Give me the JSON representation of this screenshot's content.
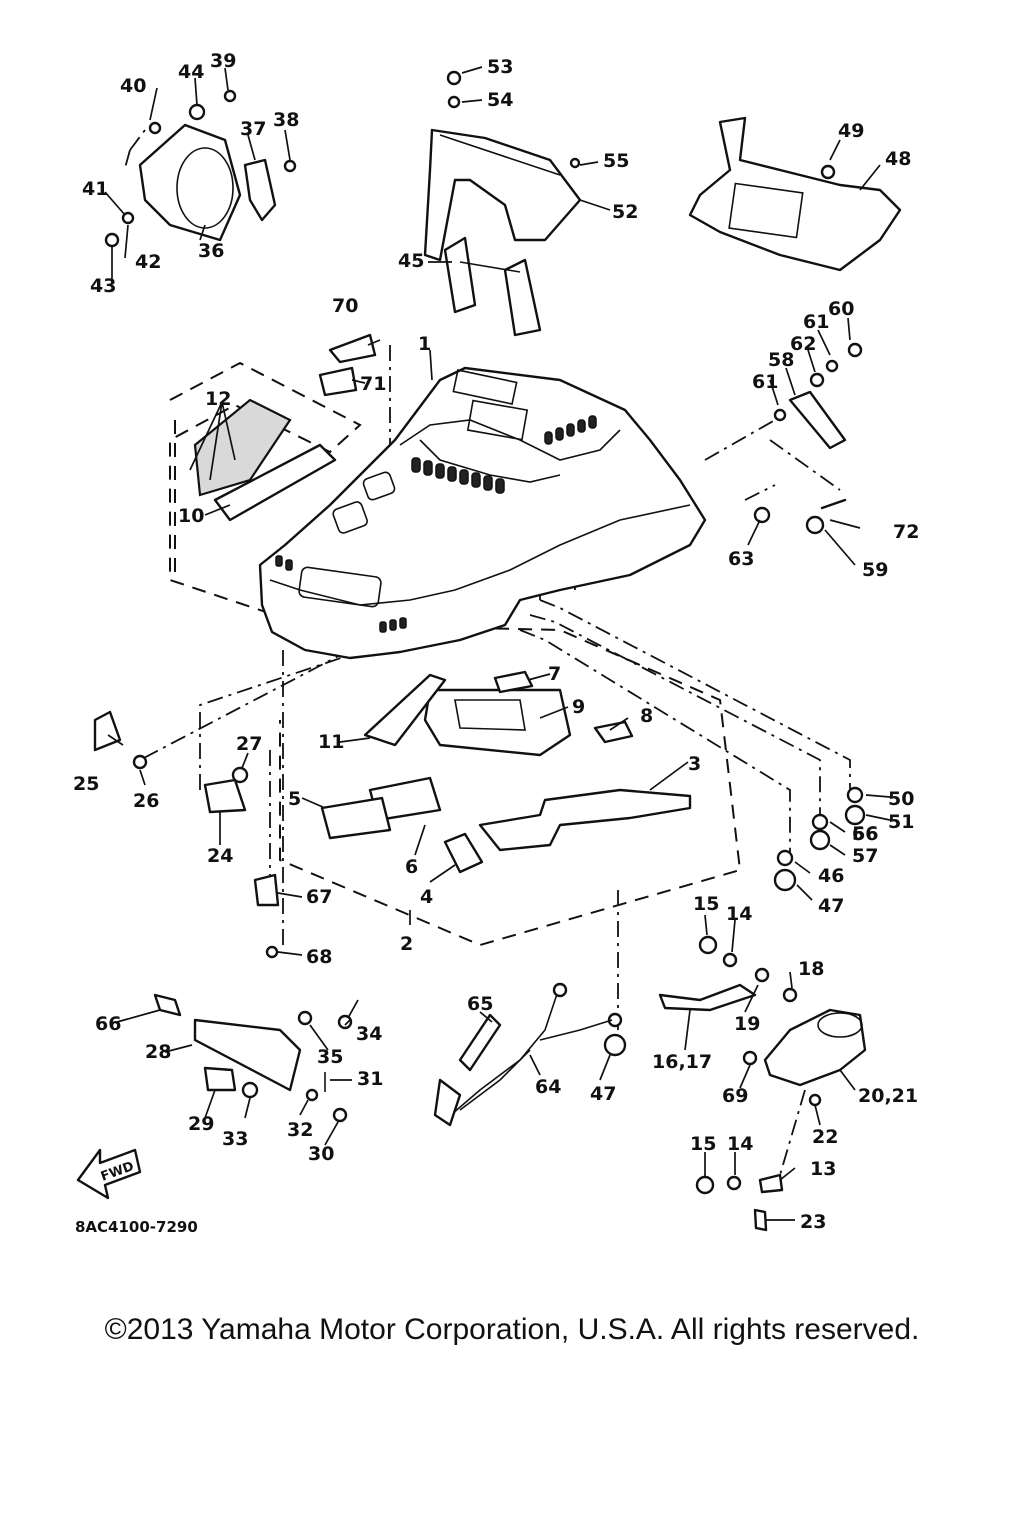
{
  "diagram": {
    "drawing_code": "8AC4100-7290",
    "fwd_label": "FWD",
    "callouts": [
      "1",
      "2",
      "3",
      "4",
      "5",
      "6",
      "7",
      "8",
      "9",
      "10",
      "11",
      "12",
      "13",
      "14",
      "14",
      "15",
      "15",
      "16,17",
      "18",
      "19",
      "20,21",
      "22",
      "23",
      "24",
      "25",
      "26",
      "26",
      "27",
      "28",
      "29",
      "30",
      "31",
      "32",
      "33",
      "34",
      "35",
      "36",
      "37",
      "38",
      "39",
      "40",
      "41",
      "42",
      "43",
      "44",
      "45",
      "46",
      "46",
      "47",
      "47",
      "48",
      "49",
      "50",
      "51",
      "52",
      "53",
      "54",
      "55",
      "56",
      "57",
      "58",
      "59",
      "60",
      "61",
      "61",
      "62",
      "63",
      "64",
      "65",
      "66",
      "66",
      "67",
      "68",
      "69",
      "70",
      "71",
      "72"
    ]
  },
  "footer": {
    "copyright": "©2013 Yamaha Motor Corporation, U.S.A. All rights reserved."
  }
}
